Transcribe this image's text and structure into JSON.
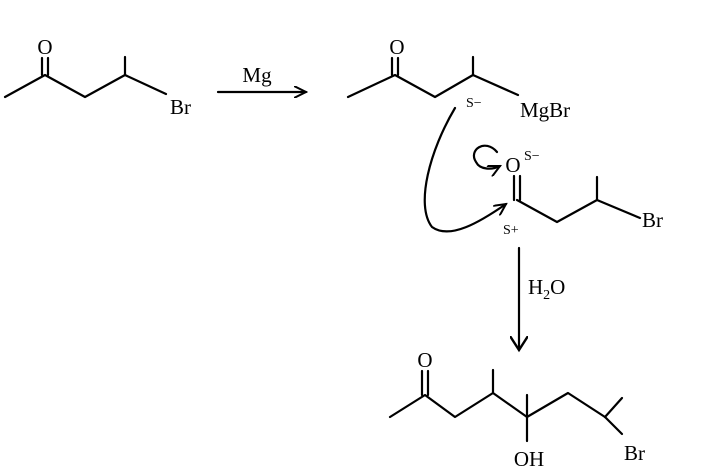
{
  "reactant": {
    "oxygen": "O",
    "bromine": "Br"
  },
  "step1": {
    "reagent": "Mg"
  },
  "grignard": {
    "oxygen": "O",
    "metal_group": "MgBr",
    "partial_charge": "S−"
  },
  "electrophile": {
    "oxygen": "O",
    "oxygen_charge": "S−",
    "carbon_charge": "S+",
    "bromine": "Br"
  },
  "step2": {
    "reagent": "H",
    "reagent_sub": "2",
    "reagent_tail": "O"
  },
  "product": {
    "oxygen": "O",
    "hydroxyl": "OH",
    "bromine": "Br"
  },
  "colors": {
    "ink": "#000000",
    "background": "#ffffff"
  }
}
